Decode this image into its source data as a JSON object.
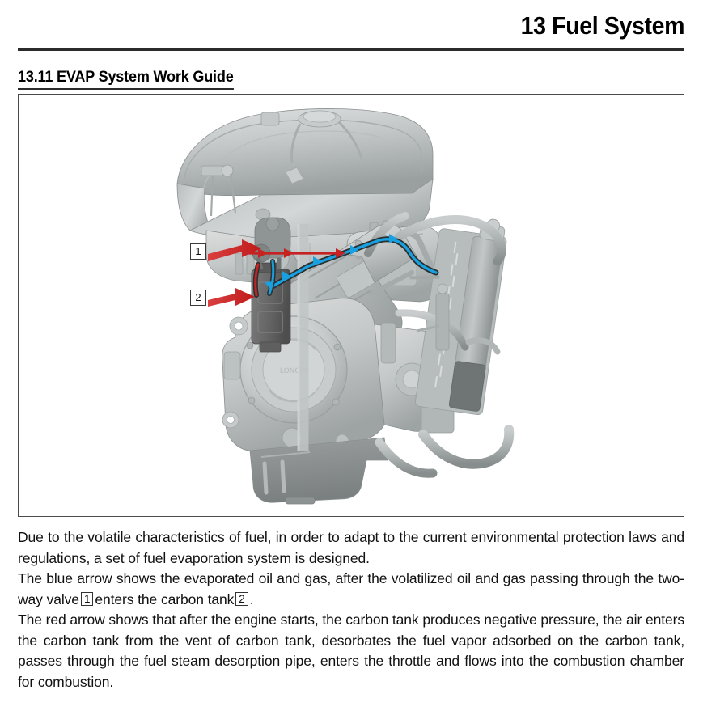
{
  "header": {
    "chapter_title": "13 Fuel System"
  },
  "section": {
    "heading": "13.11 EVAP System Work Guide"
  },
  "figure": {
    "callouts": [
      {
        "number": "1",
        "target": "two-way-valve"
      },
      {
        "number": "2",
        "target": "carbon-tank"
      }
    ],
    "flow_arrows": {
      "evaporated_vapor_color": "#1a9ede",
      "purge_air_color": "#cc2222"
    },
    "illustration": {
      "subject": "motorcycle engine with fuel tank, throttle body, radiator and EVAP canister",
      "style": "grayscale technical rendering",
      "base_color": "#c2c6c6",
      "highlight_color": "#e2e4e4",
      "shadow_color": "#8e9293",
      "dark_part_color": "#6b6b6b"
    }
  },
  "body": {
    "paragraph1": "Due to the volatile characteristics of fuel, in order to adapt to the current environmental protection laws and regulations, a set of fuel evaporation system is designed.",
    "paragraph2_part1": "The blue arrow shows the evaporated oil and gas, after the volatilized oil and gas passing through the two-way valve",
    "paragraph2_marker1": "1",
    "paragraph2_part2": "enters the carbon tank",
    "paragraph2_marker2": "2",
    "paragraph2_part3": ".",
    "paragraph3": "The red arrow shows that after the engine starts, the carbon tank produces negative pressure, the air enters the carbon tank from the vent of carbon tank, desorbates the fuel vapor adsorbed on the carbon tank, passes through the fuel steam desorption pipe, enters the throttle and flows into the combustion chamber for combustion."
  }
}
